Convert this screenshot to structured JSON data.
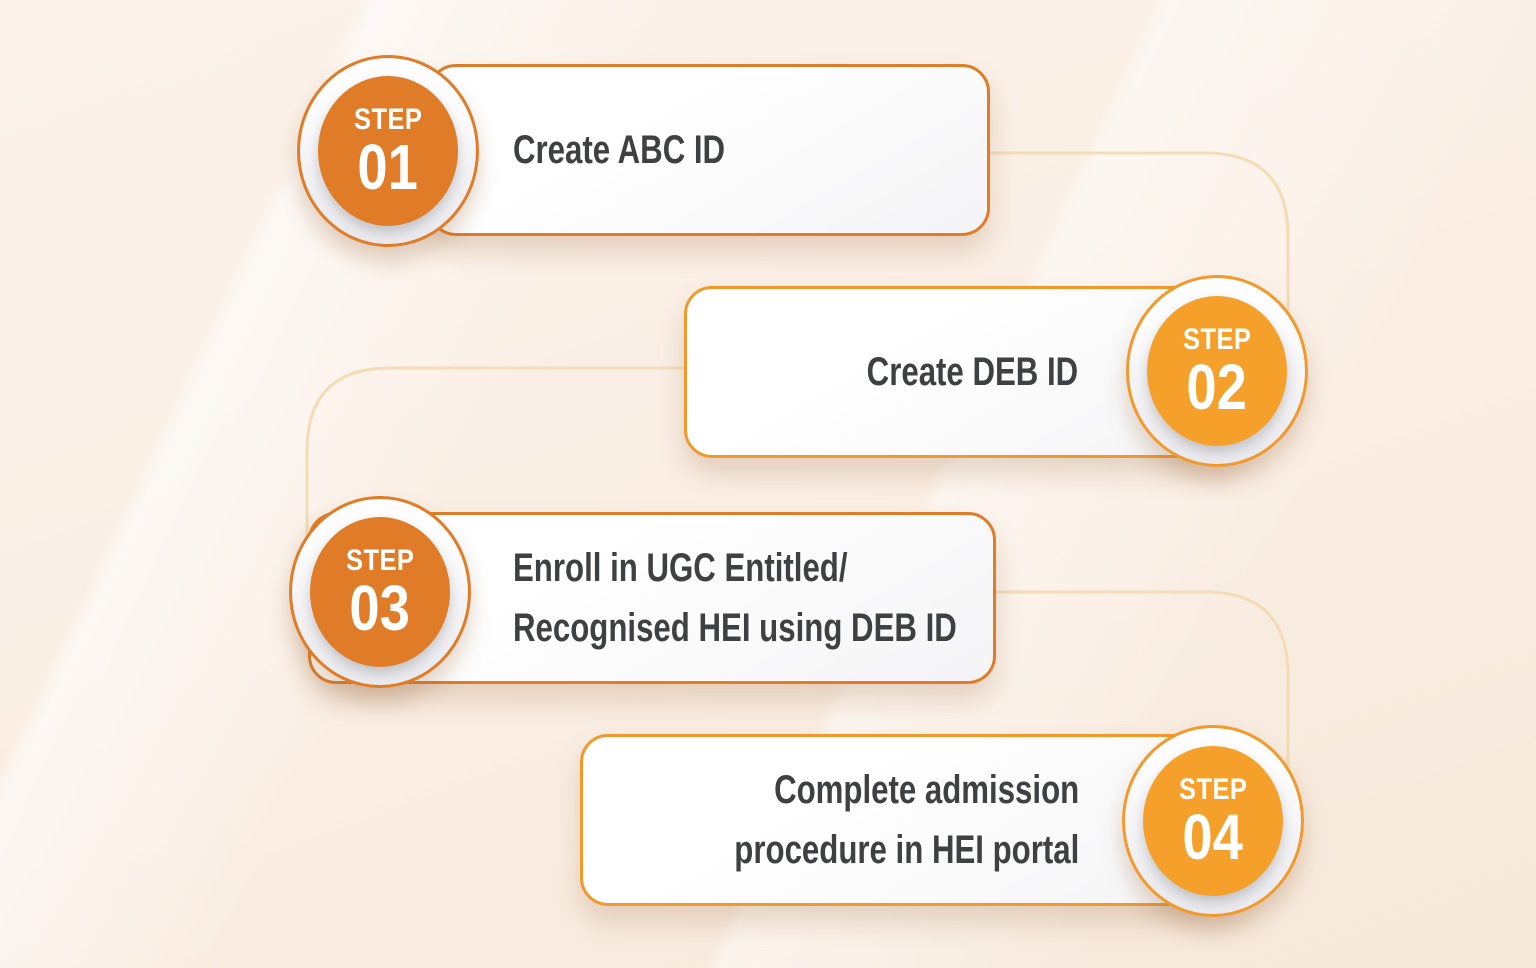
{
  "background_color": "#faeee4",
  "connector_color": "#f3dcb6",
  "text_color": "#3e4041",
  "accent_colors": {
    "dark_orange": "#e07c27",
    "amber": "#f5a02b"
  },
  "steps": [
    {
      "step_label": "STEP",
      "step_number": "01",
      "accent_color": "#e07c27",
      "badge_side": "left",
      "lines": [
        "Create ABC ID"
      ]
    },
    {
      "step_label": "STEP",
      "step_number": "02",
      "accent_color": "#f5a02b",
      "badge_side": "right",
      "lines": [
        "Create DEB ID"
      ]
    },
    {
      "step_label": "STEP",
      "step_number": "03",
      "accent_color": "#e07c27",
      "badge_side": "left",
      "lines": [
        "Enroll in UGC Entitled/",
        "Recognised HEI using DEB ID"
      ]
    },
    {
      "step_label": "STEP",
      "step_number": "04",
      "accent_color": "#f5a02b",
      "badge_side": "right",
      "lines": [
        "Complete admission",
        "procedure in HEI portal"
      ]
    }
  ]
}
